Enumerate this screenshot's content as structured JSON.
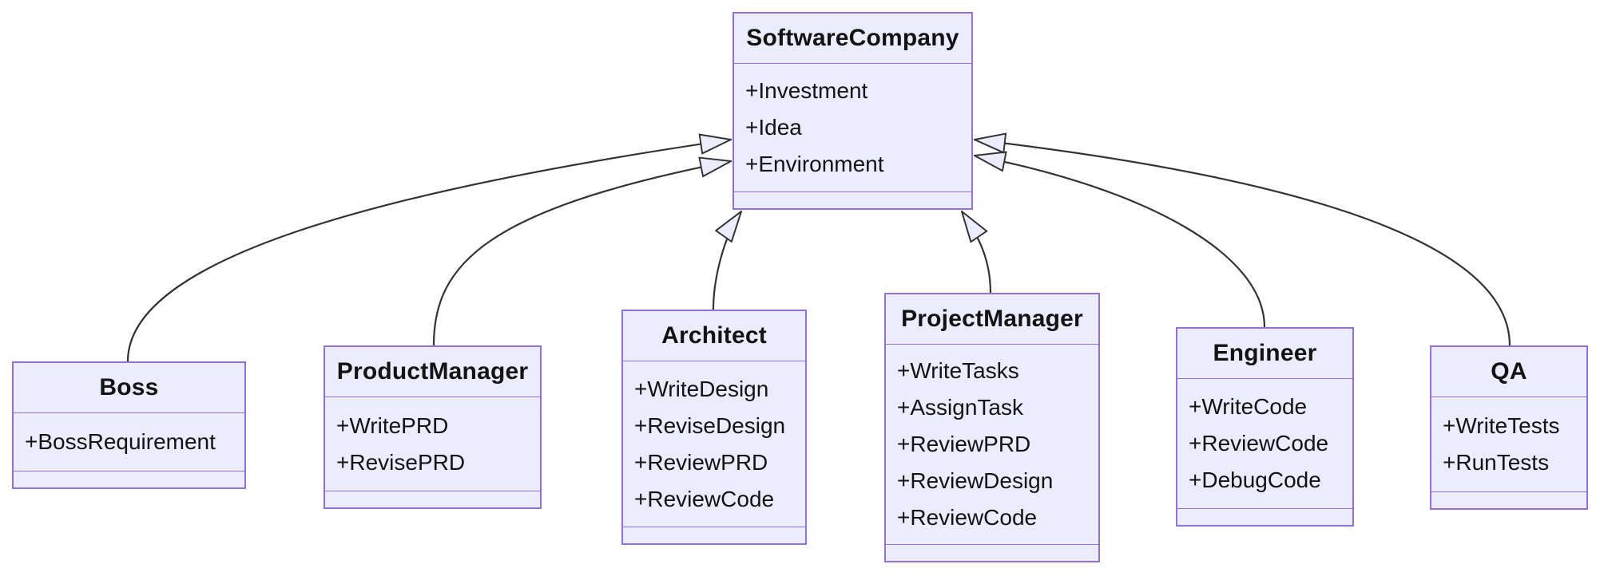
{
  "diagram": {
    "kind": "uml-class-diagram",
    "colors": {
      "box_fill": "#ECECFF",
      "box_border": "#9370DB",
      "edge_line": "#333333",
      "text": "#131313",
      "background": "#ffffff"
    },
    "classes": [
      {
        "name": "SoftwareCompany",
        "attributes": [
          "+Investment",
          "+Idea",
          "+Environment"
        ],
        "methods": []
      },
      {
        "name": "Boss",
        "attributes": [
          "+BossRequirement"
        ],
        "methods": []
      },
      {
        "name": "ProductManager",
        "attributes": [
          "+WritePRD",
          "+RevisePRD"
        ],
        "methods": []
      },
      {
        "name": "Architect",
        "attributes": [
          "+WriteDesign",
          "+ReviseDesign",
          "+ReviewPRD",
          "+ReviewCode"
        ],
        "methods": []
      },
      {
        "name": "ProjectManager",
        "attributes": [
          "+WriteTasks",
          "+AssignTask",
          "+ReviewPRD",
          "+ReviewDesign",
          "+ReviewCode"
        ],
        "methods": []
      },
      {
        "name": "Engineer",
        "attributes": [
          "+WriteCode",
          "+ReviewCode",
          "+DebugCode"
        ],
        "methods": []
      },
      {
        "name": "QA",
        "attributes": [
          "+WriteTests",
          "+RunTests"
        ],
        "methods": []
      }
    ],
    "edges": [
      {
        "from": "Boss",
        "to": "SoftwareCompany",
        "type": "inheritance",
        "arrowhead": "hollow-triangle"
      },
      {
        "from": "ProductManager",
        "to": "SoftwareCompany",
        "type": "inheritance",
        "arrowhead": "hollow-triangle"
      },
      {
        "from": "Architect",
        "to": "SoftwareCompany",
        "type": "inheritance",
        "arrowhead": "hollow-triangle"
      },
      {
        "from": "ProjectManager",
        "to": "SoftwareCompany",
        "type": "inheritance",
        "arrowhead": "hollow-triangle"
      },
      {
        "from": "Engineer",
        "to": "SoftwareCompany",
        "type": "inheritance",
        "arrowhead": "hollow-triangle"
      },
      {
        "from": "QA",
        "to": "SoftwareCompany",
        "type": "inheritance",
        "arrowhead": "hollow-triangle"
      }
    ]
  }
}
